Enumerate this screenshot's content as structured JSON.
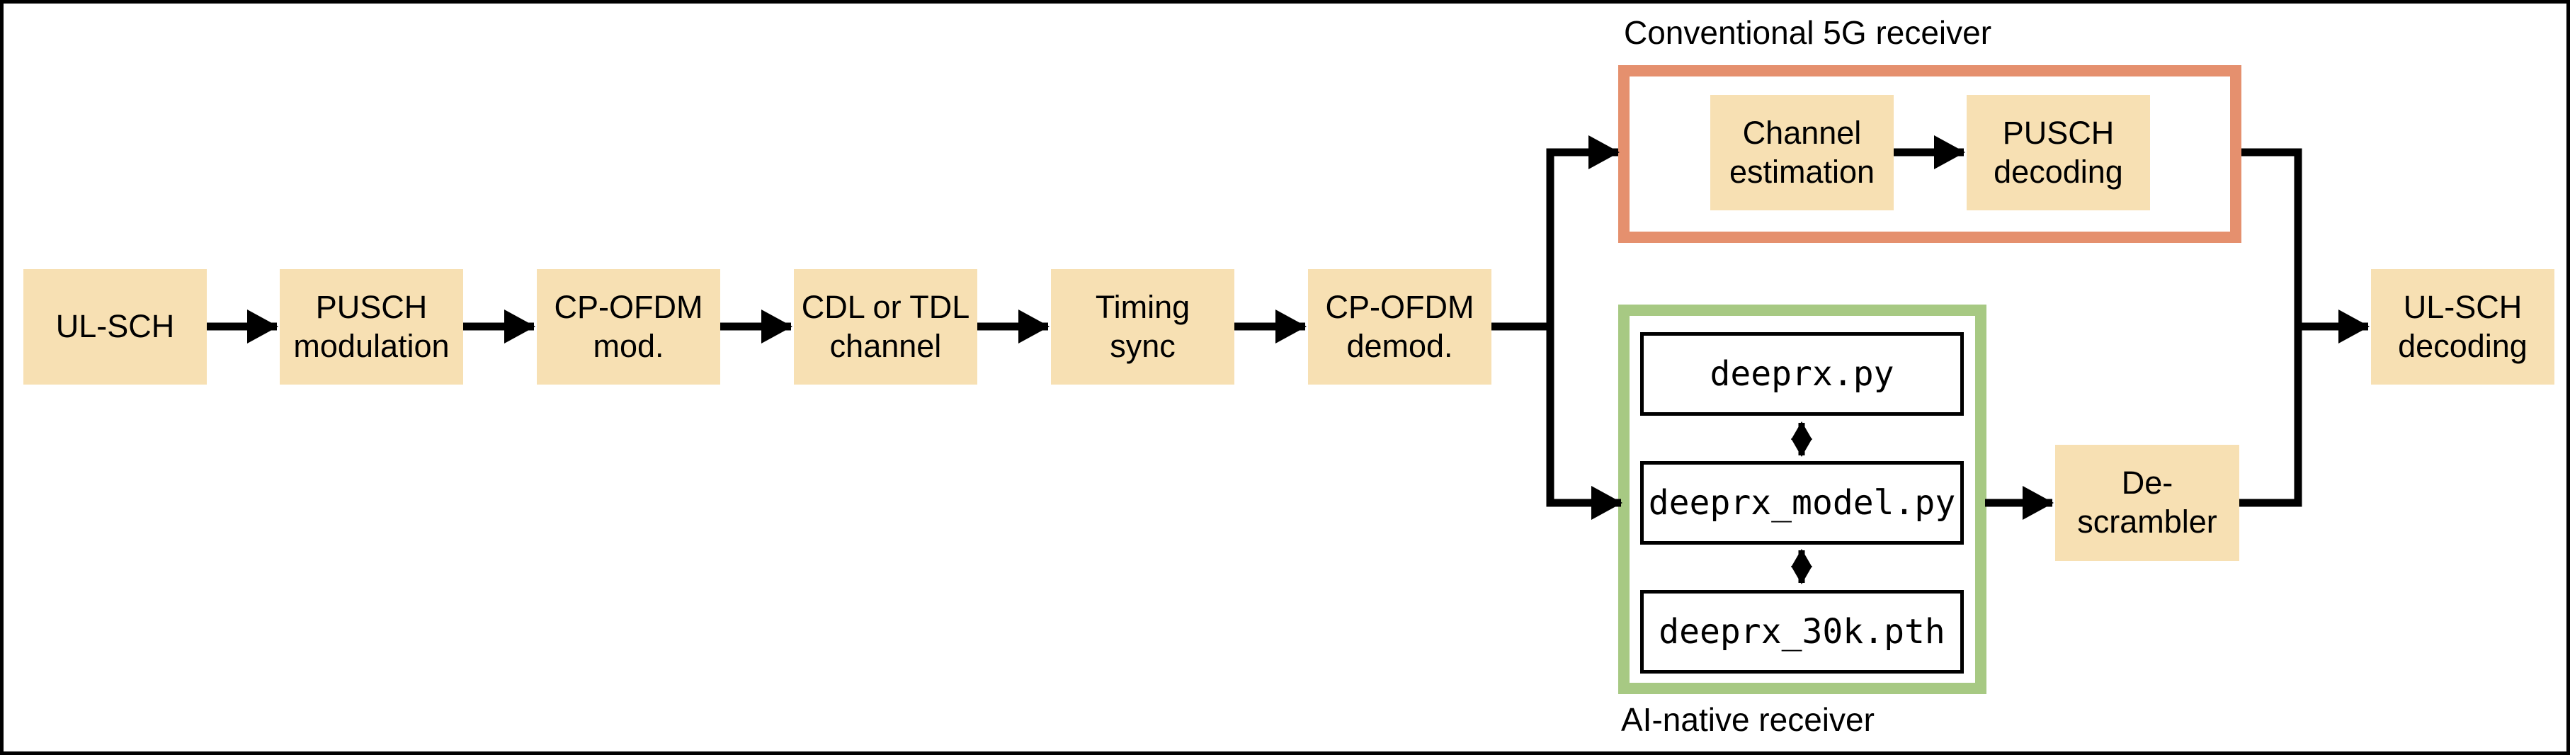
{
  "colors": {
    "background": "#FFFFFF",
    "canvas_border": "#000000",
    "block_fill": "#F7E0B3",
    "conventional_border": "#E5906E",
    "ai_border": "#A7C983",
    "file_box_border": "#000000",
    "line": "#000000",
    "text": "#000000"
  },
  "pipeline": {
    "blocks": [
      {
        "label": "UL-SCH"
      },
      {
        "label": "PUSCH\nmodulation"
      },
      {
        "label": "CP-OFDM\nmod."
      },
      {
        "label": "CDL or TDL\nchannel"
      },
      {
        "label": "Timing\nsync"
      },
      {
        "label": "CP-OFDM\ndemod."
      }
    ]
  },
  "conventional": {
    "title": "Conventional 5G receiver",
    "blocks": [
      {
        "label": "Channel\nestimation"
      },
      {
        "label": "PUSCH\ndecoding"
      }
    ]
  },
  "ai": {
    "title": "AI-native receiver",
    "files": [
      {
        "name": "deeprx.py"
      },
      {
        "name": "deeprx_model.py"
      },
      {
        "name": "deeprx_30k.pth"
      }
    ]
  },
  "descrambler": {
    "label": "De-\nscrambler"
  },
  "output": {
    "label": "UL-SCH\ndecoding"
  }
}
